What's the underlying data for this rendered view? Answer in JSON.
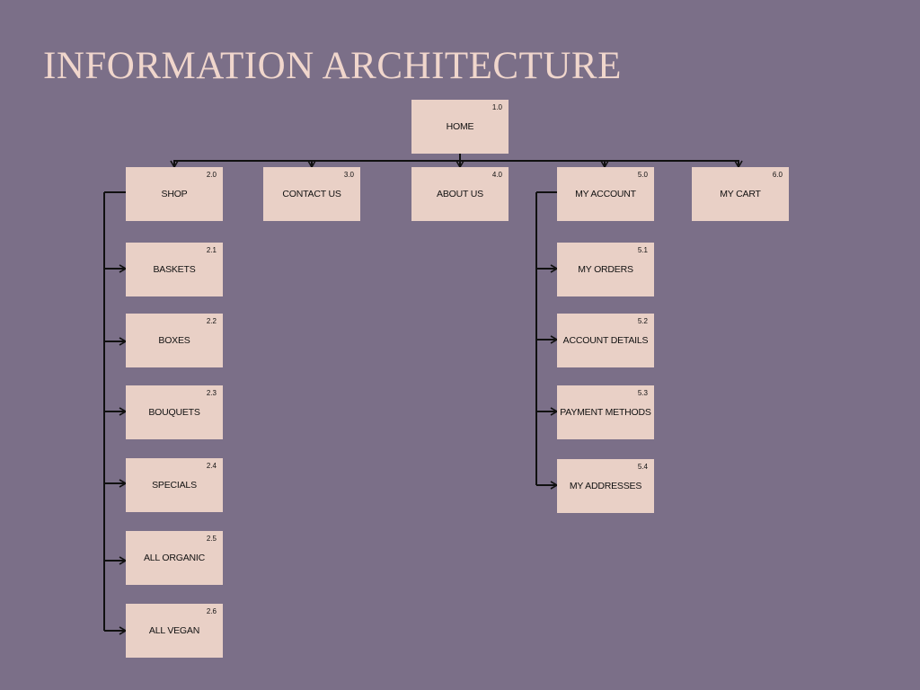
{
  "title": "INFORMATION ARCHITECTURE",
  "colors": {
    "background": "#7b6f88",
    "title": "#f0d6cc",
    "node_fill": "#e9d0c6",
    "connector": "#111111"
  },
  "home": {
    "label": "HOME",
    "num": "1.0"
  },
  "sections": [
    {
      "label": "SHOP",
      "num": "2.0"
    },
    {
      "label": "CONTACT US",
      "num": "3.0"
    },
    {
      "label": "ABOUT US",
      "num": "4.0"
    },
    {
      "label": "MY ACCOUNT",
      "num": "5.0"
    },
    {
      "label": "MY CART",
      "num": "6.0"
    }
  ],
  "shop_items": [
    {
      "label": "BASKETS",
      "num": "2.1"
    },
    {
      "label": "BOXES",
      "num": "2.2"
    },
    {
      "label": "BOUQUETS",
      "num": "2.3"
    },
    {
      "label": "SPECIALS",
      "num": "2.4"
    },
    {
      "label": "ALL ORGANIC",
      "num": "2.5"
    },
    {
      "label": "ALL VEGAN",
      "num": "2.6"
    }
  ],
  "account_items": [
    {
      "label": "MY ORDERS",
      "num": "5.1"
    },
    {
      "label": "ACCOUNT DETAILS",
      "num": "5.2"
    },
    {
      "label": "PAYMENT METHODS",
      "num": "5.3"
    },
    {
      "label": "MY ADDRESSES",
      "num": "5.4"
    }
  ]
}
